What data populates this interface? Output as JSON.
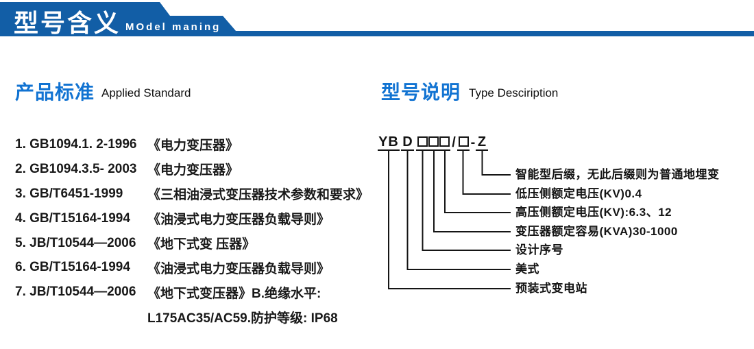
{
  "header": {
    "title_cn": "型号含义",
    "title_en": "MOdel maning"
  },
  "left_section": {
    "heading_cn": "产品标准",
    "heading_en": "Applied Standard",
    "items": [
      {
        "code": "1. GB1094.1. 2-1996",
        "title": "《电力变压器》"
      },
      {
        "code": "2. GB1094.3.5- 2003",
        "title": "《电力变压器》"
      },
      {
        "code": "3. GB/T6451-1999",
        "title": "《三相油浸式变压器技术参数和要求》"
      },
      {
        "code": "4. GB/T15164-1994",
        "title": "《油浸式电力变压器负载导则》"
      },
      {
        "code": "5. JB/T10544—2006",
        "title": "《地下式变 压器》"
      },
      {
        "code": "6. GB/T15164-1994",
        "title": "《油浸式电力变压器负载导则》"
      },
      {
        "code": "7. JB/T10544—2006",
        "title": "《地下式变压器》B.绝缘水平:"
      },
      {
        "code": "",
        "title": "L175AC35/AC59.防护等级: IP68"
      }
    ]
  },
  "right_section": {
    "heading_cn": "型号说明",
    "heading_en": "Type Desciription",
    "model_code": {
      "yb": "YB",
      "d": "D",
      "slash": "/",
      "dash": "-",
      "z": "Z"
    },
    "labels": [
      "智能型后缀，无此后缀则为普通地埋变",
      "低压侧额定电压(KV)0.4",
      "高压侧额定电压(KV):6.3、12",
      "变压器额定容易(KVA)30-1000",
      "设计序号",
      "美式",
      "预装式变电站"
    ]
  },
  "colors": {
    "banner_blue": "#125ea6",
    "heading_blue": "#1173d2",
    "text_dark": "#141414"
  }
}
